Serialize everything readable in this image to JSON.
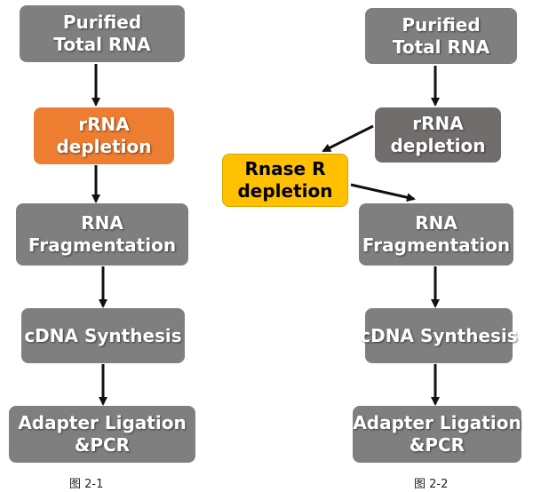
{
  "left_flow": {
    "box1": {
      "line1": "Purified",
      "line2": "Total RNA"
    },
    "box2": {
      "line1": "rRNA",
      "line2": "depletion"
    },
    "box3": {
      "line1": "RNA",
      "line2": "Fragmentation"
    },
    "box4": {
      "line1": "cDNA Synthesis"
    },
    "box5": {
      "line1": "Adapter Ligation",
      "line2": "&PCR"
    },
    "caption": "图 2-1"
  },
  "right_flow": {
    "box1": {
      "line1": "Purified",
      "line2": "Total RNA"
    },
    "box2": {
      "line1": "rRNA",
      "line2": "depletion"
    },
    "box_rnase": {
      "line1": "Rnase R",
      "line2": "depletion"
    },
    "box3": {
      "line1": "RNA",
      "line2": "Fragmentation"
    },
    "box4": {
      "line1": "cDNA Synthesis"
    },
    "box5": {
      "line1": "Adapter Ligation",
      "line2": "&PCR"
    },
    "caption": "图 2-2"
  },
  "colors": {
    "step_gray": "#7f7f7f",
    "step_dark_gray": "#716d6d",
    "highlight_orange": "#ed7d31",
    "highlight_yellow": "#ffc000",
    "arrow": "#111111"
  }
}
